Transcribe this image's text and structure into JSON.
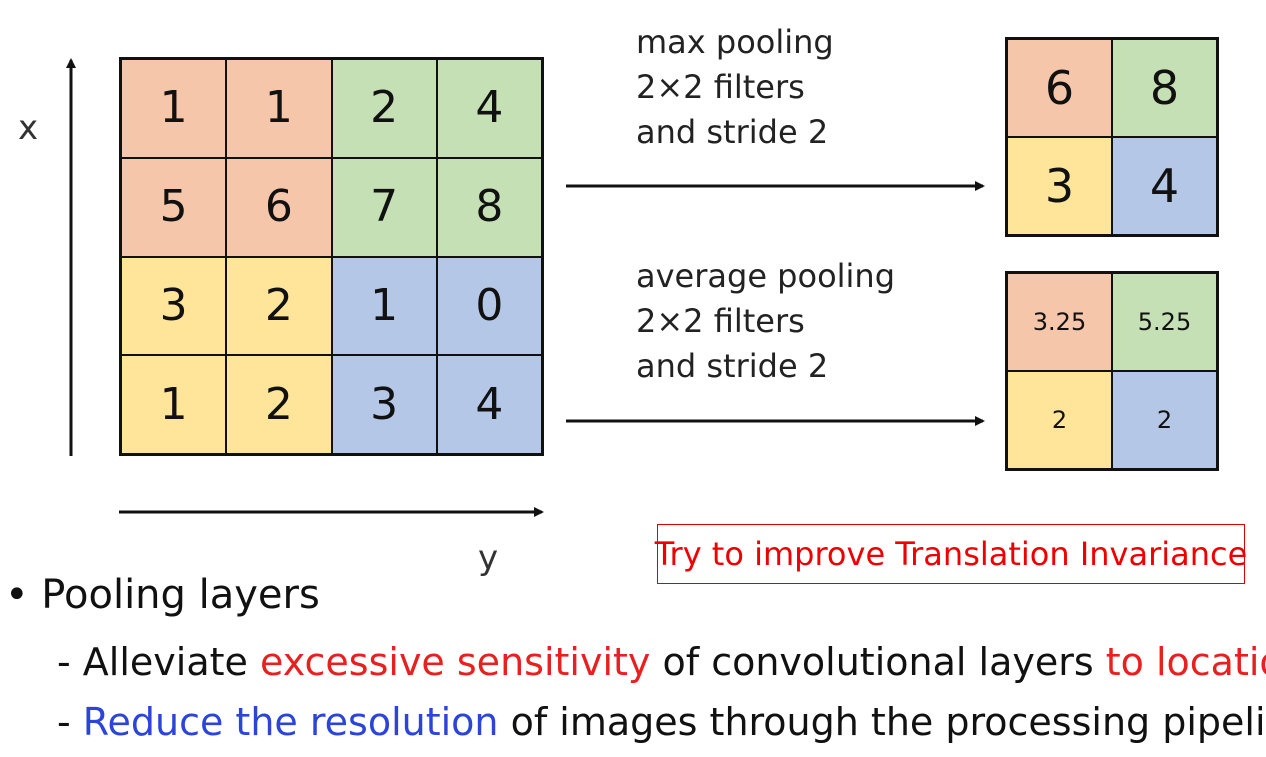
{
  "input_grid": {
    "rows": [
      [
        "1",
        "1",
        "2",
        "4"
      ],
      [
        "5",
        "6",
        "7",
        "8"
      ],
      [
        "3",
        "2",
        "1",
        "0"
      ],
      [
        "1",
        "2",
        "3",
        "4"
      ]
    ]
  },
  "axes": {
    "x_label": "x",
    "y_label": "y"
  },
  "max_pooling": {
    "lines": [
      "max pooling",
      "2×2 filters",
      "and stride 2"
    ],
    "rows": [
      [
        "6",
        "8"
      ],
      [
        "3",
        "4"
      ]
    ]
  },
  "average_pooling": {
    "lines": [
      "average pooling",
      "2×2 filters",
      "and stride 2"
    ],
    "rows": [
      [
        "3.25",
        "5.25"
      ],
      [
        "2",
        "2"
      ]
    ]
  },
  "quadrant_colors": {
    "top_left": "#f5c6aa",
    "top_right": "#c5e0b4",
    "bottom_left": "#fee599",
    "bottom_right": "#b4c7e7"
  },
  "callout": {
    "text": "Try to improve Translation Invariance",
    "color": "#e00000"
  },
  "bullets": {
    "heading": "• Pooling layers",
    "line1": {
      "dash": "- ",
      "part1": "Alleviate ",
      "part2": "excessive sensitivity",
      "part3": " of convolutional layers ",
      "part4": "to locations"
    },
    "line2": {
      "dash": "- ",
      "part1": "Reduce the resolution",
      "part2": " of images through the processing pipeline."
    }
  }
}
